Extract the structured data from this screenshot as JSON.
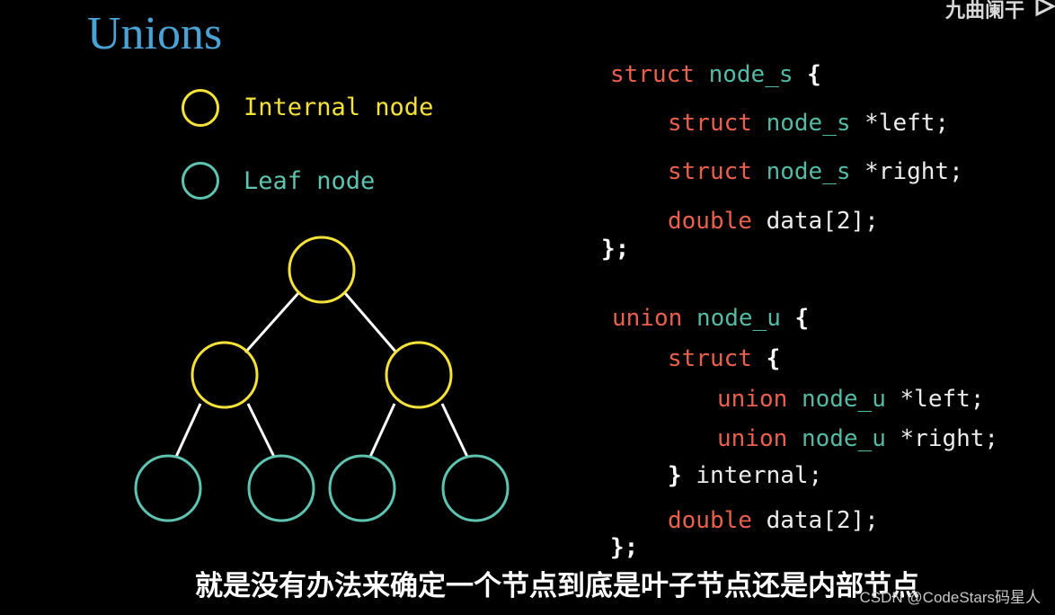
{
  "title": "Unions",
  "watermark": "九曲阑干",
  "legend": {
    "internal": {
      "label": "Internal node",
      "color": "#f4e23a"
    },
    "leaf": {
      "label": "Leaf node",
      "color": "#5ec3b0"
    }
  },
  "struct_code": {
    "l1": {
      "kw": "struct",
      "ty": "node_s",
      "br": "{"
    },
    "l2": {
      "kw": "struct",
      "ty": "node_s",
      "rest": "*left;"
    },
    "l3": {
      "kw": "struct",
      "ty": "node_s",
      "rest": "*right;"
    },
    "l4": {
      "kw": "double",
      "rest": "data[2];"
    },
    "l5": {
      "br": "};"
    }
  },
  "union_code": {
    "l1": {
      "kw": "union",
      "ty": "node_u",
      "br": "{"
    },
    "l2": {
      "kw": "struct",
      "br": "{"
    },
    "l3": {
      "kw": "union",
      "ty": "node_u",
      "rest": "*left;"
    },
    "l4": {
      "kw": "union",
      "ty": "node_u",
      "rest": "*right;"
    },
    "l5": {
      "br": "}",
      "rest": "internal;"
    },
    "l6": {
      "kw": "double",
      "rest": "data[2];"
    },
    "l7": {
      "br": "};"
    }
  },
  "subtitle": "就是没有办法来确定一个节点到底是叶子节点还是内部节点",
  "credit": "CSDN @CodeStars码星人",
  "colors": {
    "title": "#4aa3d4",
    "keyword": "#e9604f",
    "type": "#55b9a4",
    "text": "#ececec",
    "edge": "#ffffff"
  }
}
